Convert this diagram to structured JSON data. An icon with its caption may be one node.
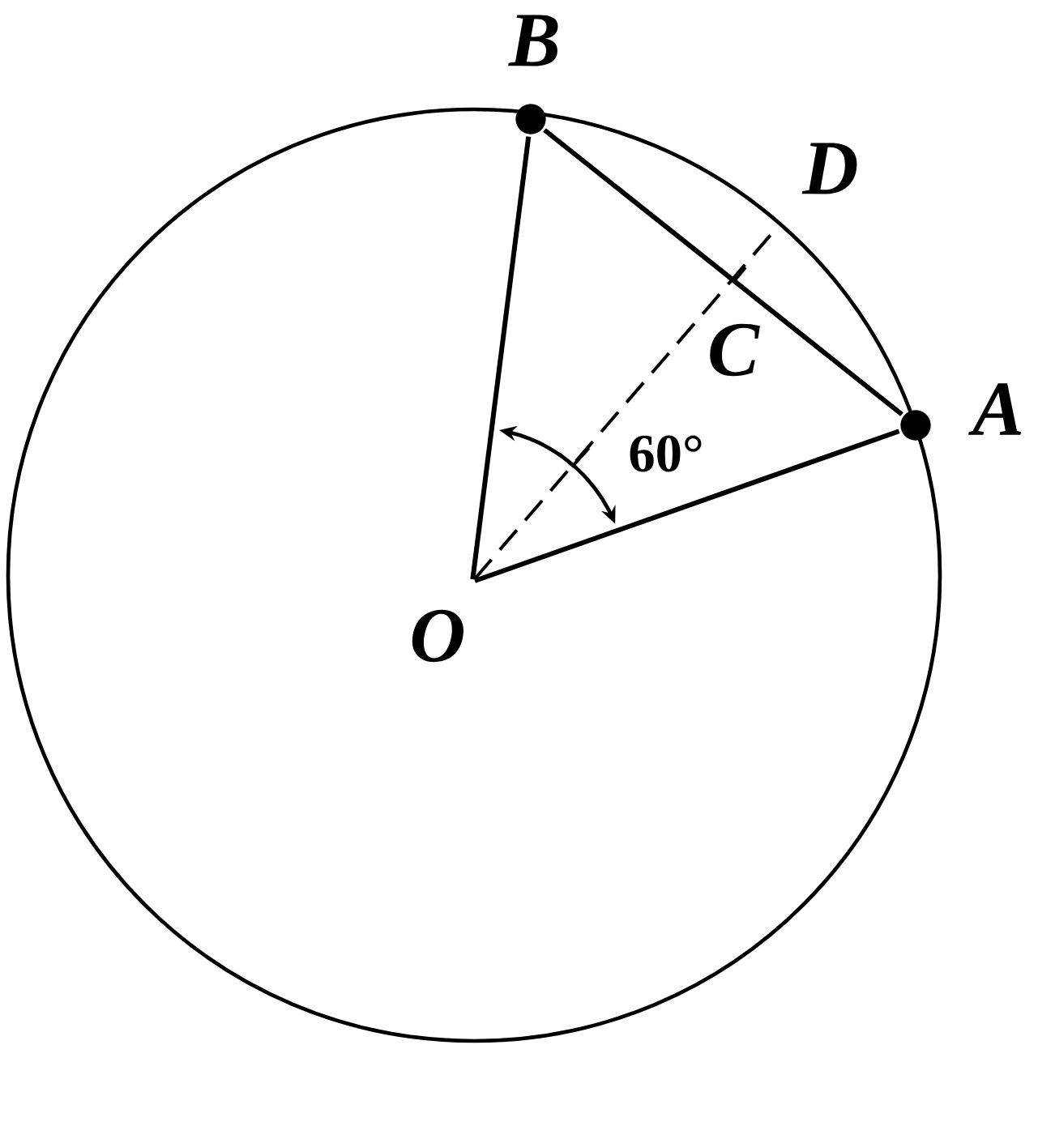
{
  "diagram": {
    "nodes": [
      {
        "text": [
          "B"
        ]
      },
      {
        "text": [
          "D"
        ]
      },
      {
        "text": [
          "A"
        ]
      },
      {
        "text": [
          "O"
        ]
      }
    ],
    "edges": [
      {
        "from": 3,
        "to": 0,
        "arrow": "none"
      },
      {
        "from": 0,
        "to": 2,
        "arrow": "none"
      },
      {
        "from": 3,
        "to": 2,
        "arrow": "none"
      },
      {
        "from": 3,
        "to": 1,
        "arrow": "none",
        "style": "dashed"
      }
    ],
    "labels": [
      "C",
      "60°"
    ]
  }
}
